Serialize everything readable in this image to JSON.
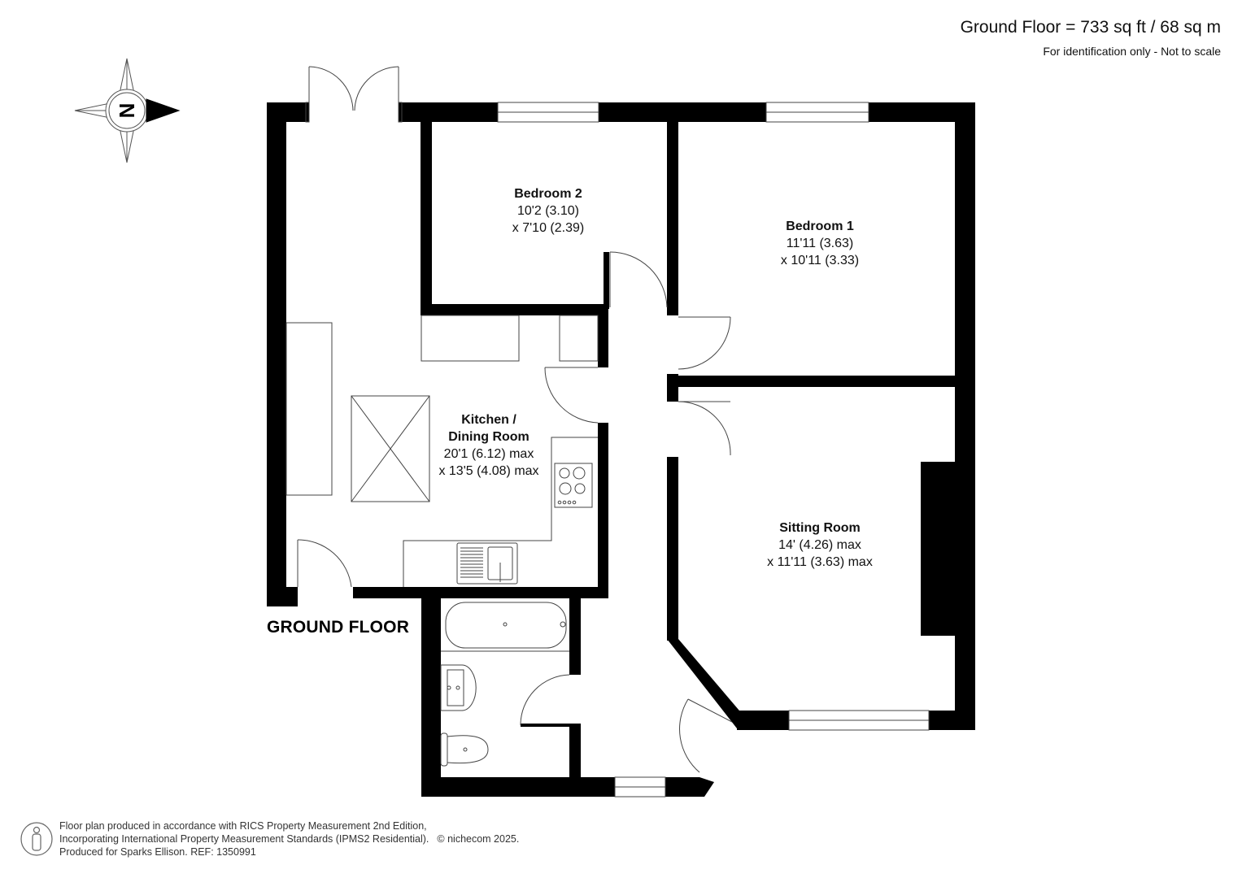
{
  "header": {
    "area_summary": "Ground Floor = 733 sq ft / 68 sq m",
    "disclaimer": "For identification only - Not to scale"
  },
  "compass": {
    "icon": "compass-rose-icon",
    "letter": "N",
    "arrow_direction": "right"
  },
  "floor": {
    "label": "GROUND FLOOR"
  },
  "rooms": [
    {
      "name": "Bedroom 2",
      "dim1": "10'2 (3.10)",
      "dim2": "x 7'10 (2.39)"
    },
    {
      "name": "Bedroom 1",
      "dim1": "11'11 (3.63)",
      "dim2": "x 10'11 (3.33)"
    },
    {
      "name": "Kitchen /",
      "name2": "Dining Room",
      "dim1": "20'1 (6.12) max",
      "dim2": "x 13'5 (4.08) max"
    },
    {
      "name": "Sitting Room",
      "dim1": "14' (4.26) max",
      "dim2": "x 11'11 (3.63) max"
    }
  ],
  "footer": {
    "line1": "Floor plan produced in accordance with RICS Property Measurement 2nd Edition,",
    "line2": "Incorporating International Property Measurement Standards (IPMS2 Residential).",
    "copyright": "© nichecom 2025.",
    "line3": "Produced for Sparks Ellison.   REF: 1350991",
    "icon": "person-icon"
  },
  "colors": {
    "wall": "#000000",
    "background": "#ffffff",
    "line": "#444444"
  }
}
